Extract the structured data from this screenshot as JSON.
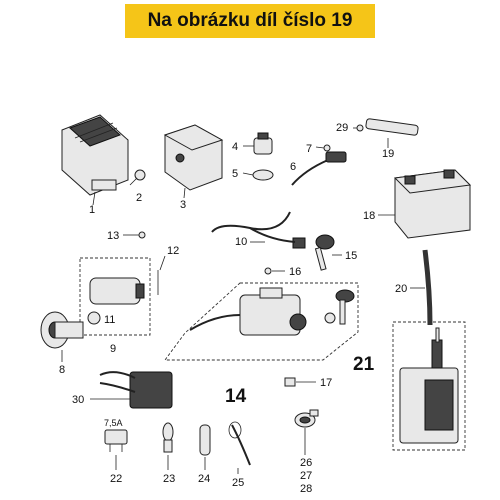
{
  "banner": {
    "text": "Na obrázku díl číslo 19",
    "color": "#f5c518"
  },
  "callouts": {
    "p1": "1",
    "p2": "2",
    "p3": "3",
    "p4": "4",
    "p5": "5",
    "p6": "6",
    "p7": "7",
    "p8": "8",
    "p9": "9",
    "p10": "10",
    "p11": "11",
    "p12": "12",
    "p13": "13",
    "p14": "14",
    "p15": "15",
    "p16": "16",
    "p17": "17",
    "p18": "18",
    "p19": "19",
    "p20": "20",
    "p21": "21",
    "p22": "22",
    "p23": "23",
    "p24": "24",
    "p25": "25",
    "p26": "26",
    "p27": "27",
    "p28": "28",
    "p29": "29",
    "p30": "30"
  },
  "fuse_rating": "7,5A"
}
